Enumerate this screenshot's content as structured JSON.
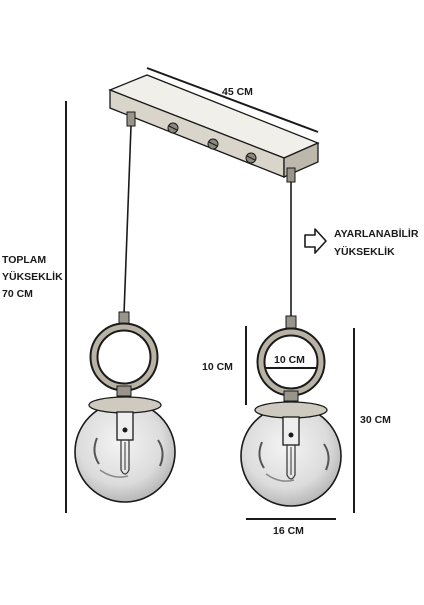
{
  "labels": {
    "width_top": "45 CM",
    "total_height_line1": "TOPLAM",
    "total_height_line2": "YÜKSEKLİK",
    "total_height_line3": "70 CM",
    "adjustable_line1": "AYARLANABİLİR",
    "adjustable_line2": "YÜKSEKLİK",
    "ring_height": "10 CM",
    "ring_diameter": "10 CM",
    "globe_height": "30 CM",
    "globe_width": "16 CM"
  },
  "colors": {
    "ink": "#1a1a1a",
    "metal": "#b9b3a6",
    "glass": "#e6e6e6"
  },
  "icons": {
    "adjust_arrow": "right-arrow-outline-icon"
  }
}
